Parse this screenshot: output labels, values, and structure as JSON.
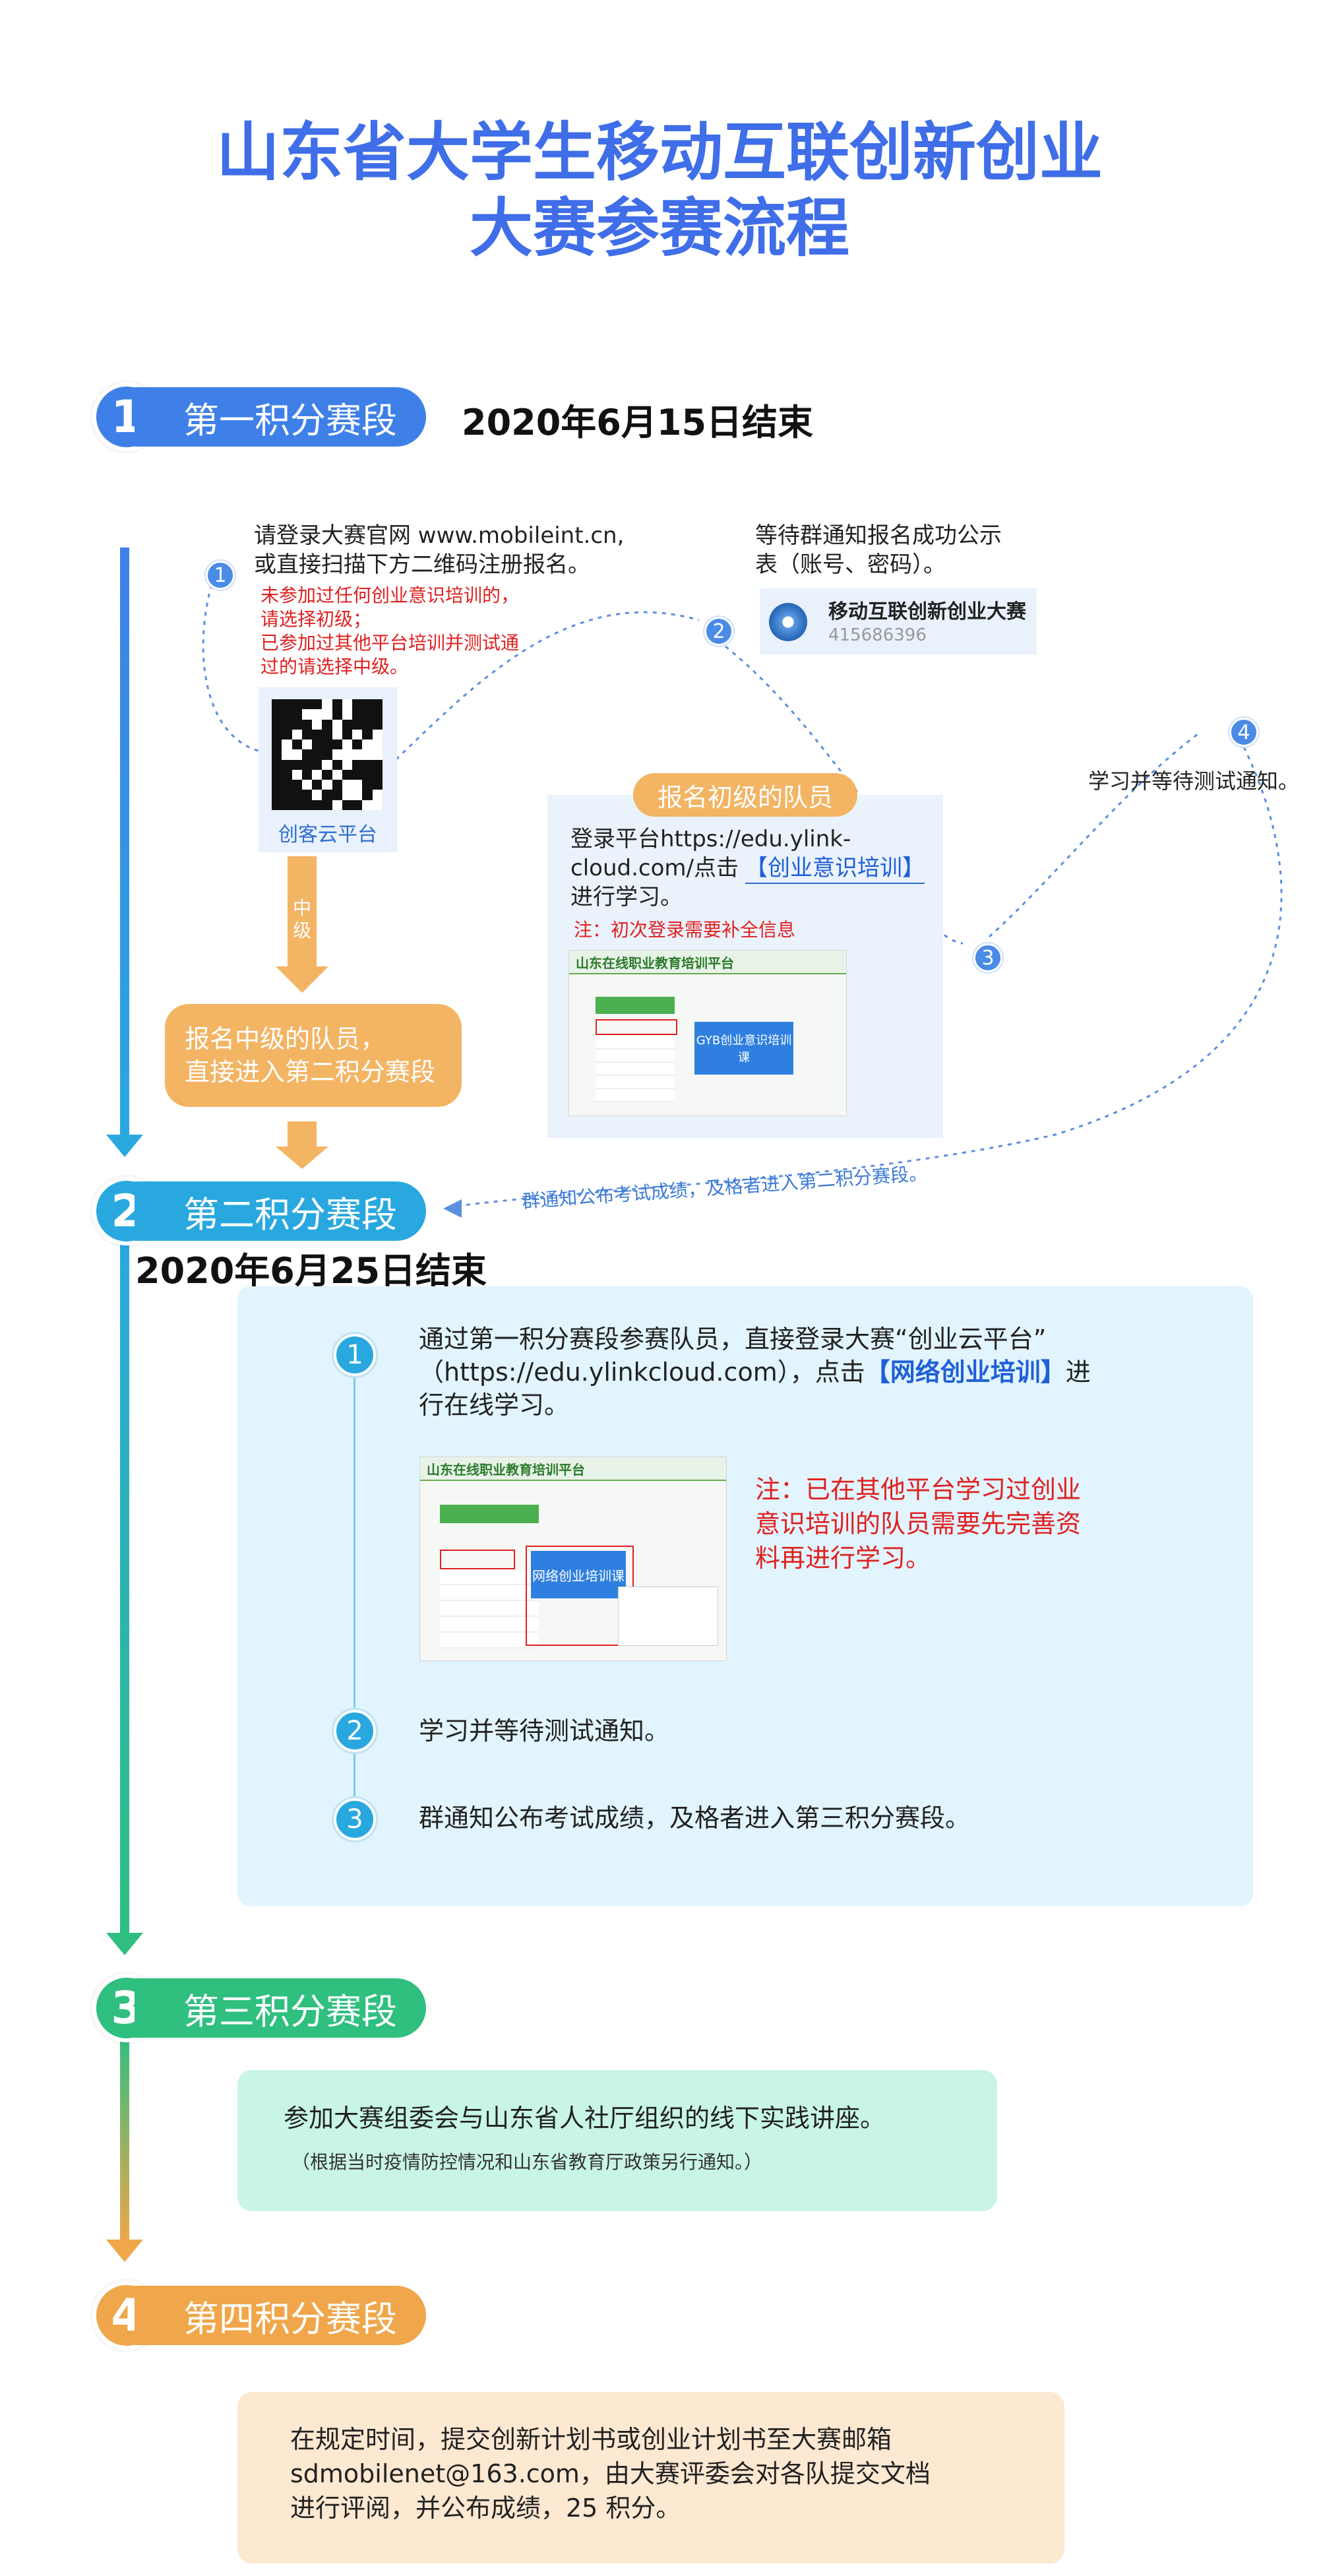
{
  "title": {
    "line1": "山东省大学生移动互联创新创业",
    "line2": "大赛参赛流程"
  },
  "stages": {
    "s1": {
      "num": "1",
      "label": "第一积分赛段",
      "date": "2020年6月15日结束"
    },
    "s2": {
      "num": "2",
      "label": "第二积分赛段",
      "date": "2020年6月25日结束"
    },
    "s3": {
      "num": "3",
      "label": "第三积分赛段"
    },
    "s4": {
      "num": "4",
      "label": "第四积分赛段"
    }
  },
  "colors": {
    "s1": "#3f80e8",
    "s2": "#29a8e0",
    "s3": "#2fbf7f",
    "s4": "#f0a64a",
    "title": "#3f6ee8"
  },
  "stage1": {
    "step1": {
      "num": "1",
      "text1": "请登录大赛官网 www.mobileint.cn,",
      "text2": "或直接扫描下方二维码注册报名。",
      "note1": "未参加过任何创业意识培训的，",
      "note2": "请选择初级；",
      "note3": "已参加过其他平台培训并测试通",
      "note4": "过的请选择中级。",
      "qr_caption": "创客云平台"
    },
    "step2": {
      "num": "2",
      "text1": "等待群通知报名成功公示",
      "text2": "表（账号、密码）。",
      "group_name": "移动互联创新创业大赛",
      "group_id": "415686396"
    },
    "mid_label": "中级",
    "mid_box": {
      "line1": "报名中级的队员，",
      "line2": "直接进入第二积分赛段"
    },
    "beginner": {
      "header": "报名初级的队员",
      "text1": "登录平台https://edu.ylink-",
      "text2": "cloud.com/点击",
      "link": "【创业意识培训】",
      "text3": "进行学习。",
      "note": "注：初次登录需要补全信息",
      "shot_title": "山东在线职业教育培训平台",
      "course": "GYB创业意识培训课"
    },
    "step3": {
      "num": "3"
    },
    "step4": {
      "num": "4",
      "text": "学习并等待测试通知。"
    },
    "curve_label": "群通知公布考试成绩，及格者进入第二积分赛段。"
  },
  "stage2": {
    "item1": {
      "num": "1",
      "text1": "通过第一积分赛段参赛队员，直接登录大赛“创业云平台”",
      "text2": "（https://edu.ylinkcloud.com），点击",
      "link": "【网络创业培训】",
      "text3": "进",
      "text4": "行在线学习。",
      "shot_title": "山东在线职业教育培训平台",
      "course": "网络创业培训课",
      "note1": "注：已在其他平台学习过创业",
      "note2": "意识培训的队员需要先完善资",
      "note3": "料再进行学习。"
    },
    "item2": {
      "num": "2",
      "text": "学习并等待测试通知。"
    },
    "item3": {
      "num": "3",
      "text": "群通知公布考试成绩，及格者进入第三积分赛段。"
    }
  },
  "stage3": {
    "text": "参加大赛组委会与山东省人社厅组织的线下实践讲座。",
    "note": "（根据当时疫情防控情况和山东省教育厅政策另行通知。）"
  },
  "stage4": {
    "line1": "在规定时间，提交创新计划书或创业计划书至大赛邮箱",
    "line2": "sdmobilenet@163.com，由大赛评委会对各队提交文档",
    "line3": "进行评阅，并公布成绩，25 积分。"
  }
}
